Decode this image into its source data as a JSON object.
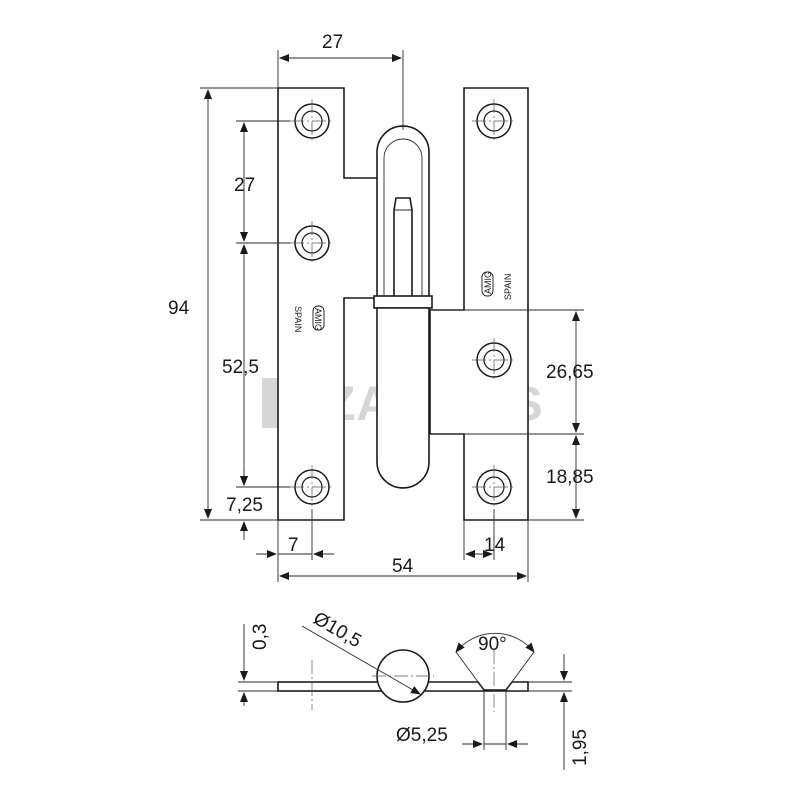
{
  "watermark": {
    "text": "ZALONIS"
  },
  "stamp": {
    "brand": "AMIG",
    "country": "SPAIN"
  },
  "colors": {
    "line": "#1a1a1a",
    "watermark": "#d6d6d6",
    "background": "#ffffff"
  },
  "dimensions": {
    "knuckle_offset": "27",
    "overall_height": "94",
    "hole_spacing_upper": "27",
    "hole_spacing_lower": "52,5",
    "bottom_offset_left": "7,25",
    "left_hole_inset": "7",
    "overall_width": "54",
    "right_hole_inset": "14",
    "right_hole_spacing": "26,65",
    "right_bottom_offset": "18,85",
    "thickness_gap": "0,3",
    "pin_diameter": "Ø10,5",
    "countersink_angle": "90°",
    "hole_diameter": "Ø5,25",
    "plate_thickness": "1,95"
  }
}
